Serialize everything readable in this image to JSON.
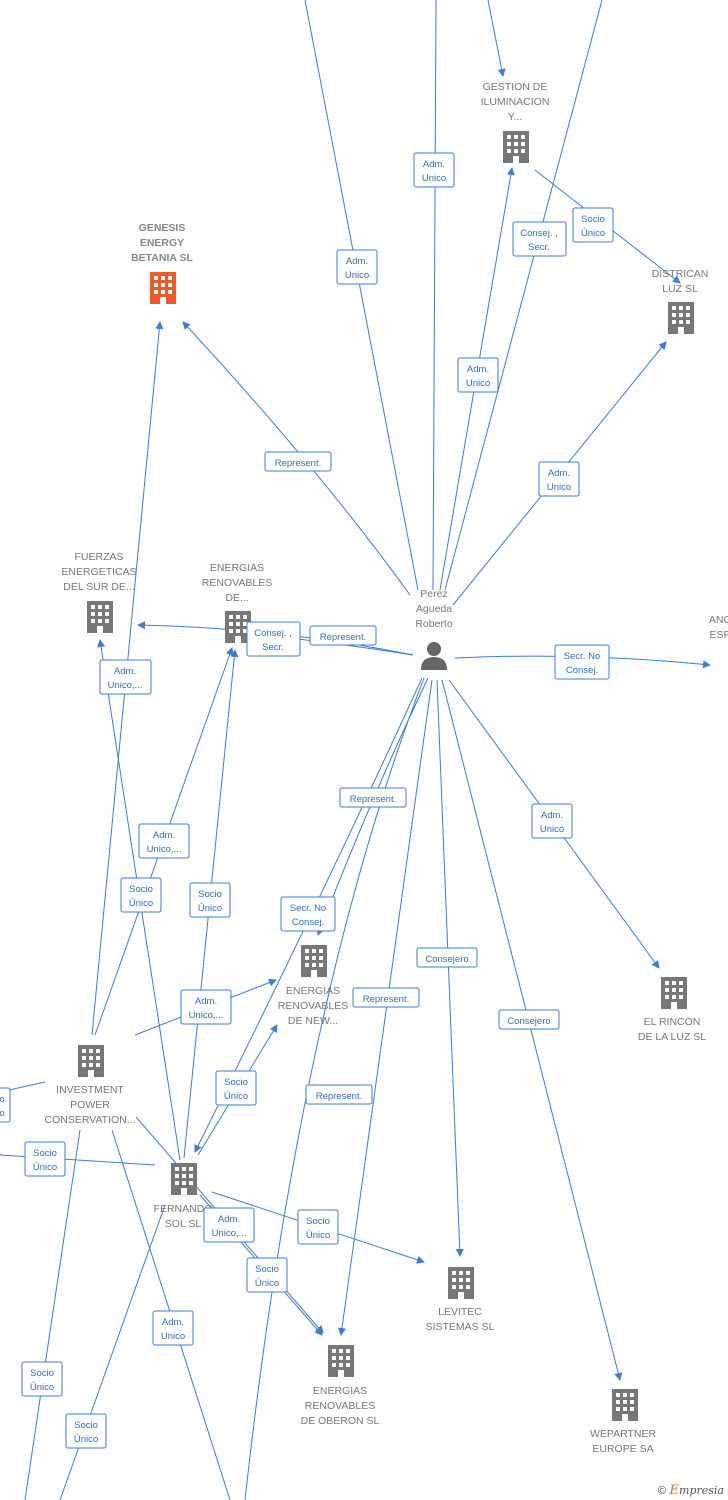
{
  "colors": {
    "edge": "#3b7dd8",
    "building": "#777777",
    "building_focus": "#f05a28",
    "person": "#666666"
  },
  "nodes": [
    {
      "id": "genesis",
      "type": "company",
      "focus": true,
      "lines": [
        "GENESIS",
        "ENERGY",
        "BETANIA  SL"
      ]
    },
    {
      "id": "gestion",
      "type": "company",
      "lines": [
        "GESTION DE",
        "ILUMINACION",
        "Y..."
      ]
    },
    {
      "id": "districan",
      "type": "company",
      "lines": [
        "DISTRICAN",
        "LUZ SL"
      ]
    },
    {
      "id": "fuerzas",
      "type": "company",
      "lines": [
        "FUERZAS",
        "ENERGETICAS",
        "DEL SUR DE..."
      ]
    },
    {
      "id": "energias_de",
      "type": "company",
      "lines": [
        "ENERGIAS",
        "RENOVABLES",
        "DE..."
      ]
    },
    {
      "id": "perez",
      "type": "person",
      "lines": [
        "Perez",
        "Agueda",
        "Roberto"
      ]
    },
    {
      "id": "anc",
      "type": "company",
      "lines": [
        "ANC",
        "ESP"
      ]
    },
    {
      "id": "energias_new",
      "type": "company",
      "lines": [
        "ENERGIAS",
        "RENOVABLES",
        "DE NEW..."
      ]
    },
    {
      "id": "rincon",
      "type": "company",
      "lines": [
        "EL RINCON",
        "DE LA LUZ SL"
      ]
    },
    {
      "id": "investment",
      "type": "company",
      "lines": [
        "INVESTMENT",
        "POWER",
        "CONSERVATION..."
      ]
    },
    {
      "id": "fernando",
      "type": "company",
      "lines": [
        "FERNANDO",
        "SOL SL"
      ]
    },
    {
      "id": "levitec",
      "type": "company",
      "lines": [
        "LEVITEC",
        "SISTEMAS  SL"
      ]
    },
    {
      "id": "oberon",
      "type": "company",
      "lines": [
        "ENERGIAS",
        "RENOVABLES",
        "DE OBERON  SL"
      ]
    },
    {
      "id": "wepartner",
      "type": "company",
      "lines": [
        "WEPARTNER",
        "EUROPE SA"
      ]
    }
  ],
  "edge_labels": [
    [
      "Adm.",
      "Unico"
    ],
    [
      "Adm.",
      "Unico"
    ],
    [
      "Consej. ,",
      "Secr."
    ],
    [
      "Socio",
      "Único"
    ],
    [
      "Adm.",
      "Unico"
    ],
    [
      "Adm.",
      "Unico"
    ],
    [
      "Represent."
    ],
    [
      "Consej. ,",
      "Secr."
    ],
    [
      "Represent."
    ],
    [
      "Secr.  No",
      "Consej."
    ],
    [
      "Adm.",
      "Unico,..."
    ],
    [
      "Represent."
    ],
    [
      "Adm.",
      "Unico"
    ],
    [
      "Adm.",
      "Unico,..."
    ],
    [
      "Socio",
      "Único"
    ],
    [
      "Socio",
      "Único"
    ],
    [
      "Secr.  No",
      "Consej."
    ],
    [
      "Consejero"
    ],
    [
      "Adm.",
      "Unico,..."
    ],
    [
      "Represent."
    ],
    [
      "Consejero"
    ],
    [
      "Socio",
      "Único"
    ],
    [
      "Represent."
    ],
    [
      "Socio",
      "Único"
    ],
    [
      "Adm.",
      "Unico,..."
    ],
    [
      "Socio",
      "Único"
    ],
    [
      "Socio",
      "Único"
    ],
    [
      "Adm.",
      "Unico"
    ],
    [
      "Socio",
      "Único"
    ],
    [
      "Socio",
      "Único"
    ],
    [
      "o",
      "o"
    ]
  ],
  "footer": {
    "copyright": "©",
    "brand_initial": "E",
    "brand_rest": "mpresia"
  }
}
